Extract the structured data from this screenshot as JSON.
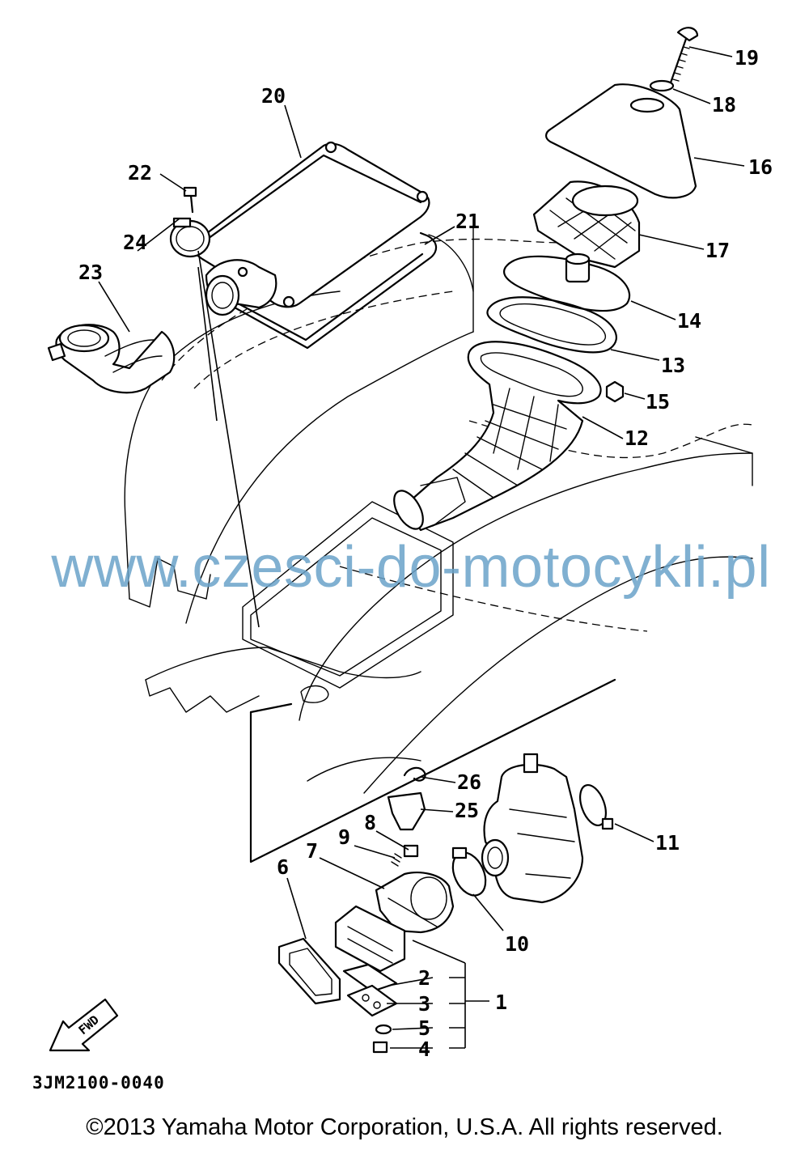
{
  "diagram": {
    "watermark": "www.czesci-do-motocykli.pl",
    "part_code": "3JM2100-0040",
    "copyright": "©2013 Yamaha Motor Corporation, U.S.A. All rights reserved.",
    "fwd_label": "FWD",
    "callouts": [
      "1",
      "2",
      "3",
      "4",
      "5",
      "6",
      "7",
      "8",
      "9",
      "10",
      "11",
      "12",
      "13",
      "14",
      "15",
      "16",
      "17",
      "18",
      "19",
      "20",
      "21",
      "22",
      "23",
      "24",
      "25",
      "26"
    ]
  }
}
